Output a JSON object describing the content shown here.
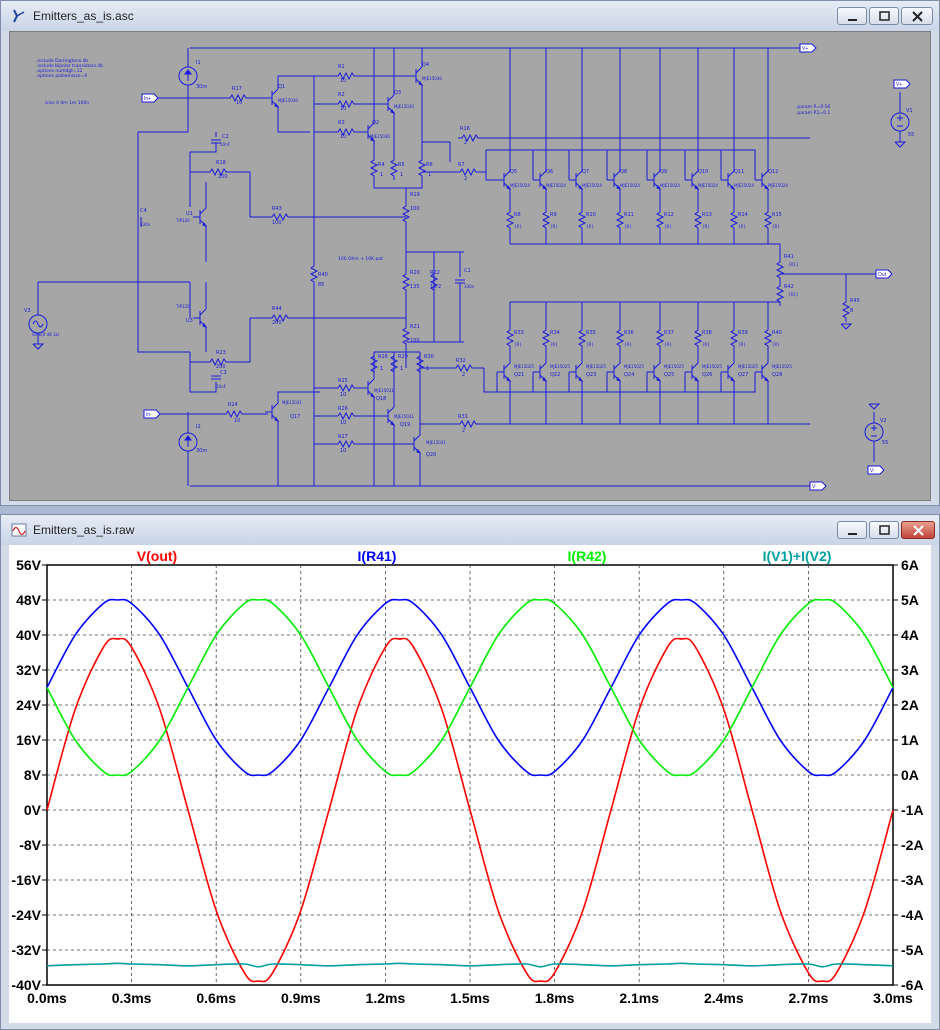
{
  "schematic_window": {
    "title": "Emitters_as_is.asc",
    "icon": "ltspice-schematic-icon",
    "directives": [
      ".include Darlingtons.lib",
      ".include bipolar transistors.lib",
      ".options numdgt=12",
      ".options plotwinsize=0"
    ],
    "tran": ".tran 0 4m 1m 100n",
    "params": [
      ".param R=0.56",
      ".param R1=0.1"
    ],
    "net_labels": [
      "V+",
      "V-",
      "In+",
      "In-",
      "Out"
    ],
    "part_labels": [
      "I1",
      "30m",
      "I2",
      "30m",
      "R17",
      "10",
      "Q1",
      "MJE15030",
      "R1",
      "10",
      "R2",
      "10",
      "R3",
      "10",
      "Q2",
      "MJE15030",
      "Q3",
      "MJE15030",
      "Q4",
      "MJE15030",
      "R4",
      "1",
      "R5",
      "1",
      "R6",
      "1",
      "R16",
      "2",
      "R7",
      "2",
      "C2",
      "10nF",
      "R18",
      "200",
      "C4",
      "330n",
      "U1",
      "TIP120",
      "R43",
      "100",
      "R19",
      "100",
      "R40",
      "85",
      "100 Ohm + 10K pot",
      "R20",
      "135",
      "R22",
      "18.2",
      "C1",
      "330n",
      "R21",
      "100",
      "R44",
      "200",
      "TIP125",
      "U3",
      "V3",
      "SINE(0 48 1k)",
      "R23",
      "200",
      "C3",
      "10nF",
      "R24",
      "10",
      "Q17",
      "MJE15031",
      "R25",
      "10",
      "R26",
      "10",
      "R27",
      "10",
      "Q18",
      "MJE15031",
      "Q19",
      "MJE15031",
      "Q20",
      "MJE15031",
      "R28",
      "1",
      "R29",
      "1",
      "R30",
      "1",
      "R32",
      "2",
      "R31",
      "2",
      "Q5",
      "Q6",
      "Q7",
      "Q8",
      "Q9",
      "Q10",
      "Q11",
      "Q12",
      "MJE15024",
      "R8",
      "R9",
      "R10",
      "R11",
      "R12",
      "R13",
      "R14",
      "R15",
      "{R}",
      "R41",
      "{R1}",
      "R42",
      "{R1}",
      "R45",
      "8",
      "R33",
      "R34",
      "R35",
      "R36",
      "R37",
      "R38",
      "R39",
      "R40",
      "Q21",
      "Q22",
      "Q23",
      "Q24",
      "Q25",
      "Q26",
      "Q27",
      "Q28",
      "MJE15025",
      "V1",
      "55",
      "V2",
      "55"
    ]
  },
  "plot_window": {
    "title": "Emitters_as_is.raw",
    "icon": "waveform-icon"
  },
  "chart_data": {
    "type": "line",
    "x": [
      0.0,
      0.1,
      0.2,
      0.25,
      0.3,
      0.4,
      0.5,
      0.6,
      0.7,
      0.75,
      0.8,
      0.9,
      1.0,
      1.1,
      1.2,
      1.25,
      1.3,
      1.4,
      1.5,
      1.6,
      1.7,
      1.75,
      1.8,
      1.9,
      2.0,
      2.1,
      2.2,
      2.25,
      2.3,
      2.4,
      2.5,
      2.6,
      2.7,
      2.75,
      2.8,
      2.9,
      3.0
    ],
    "xlim": [
      0.0,
      3.0
    ],
    "x_ticks": [
      "0.0ms",
      "0.3ms",
      "0.6ms",
      "0.9ms",
      "1.2ms",
      "1.5ms",
      "1.8ms",
      "2.1ms",
      "2.4ms",
      "2.7ms",
      "3.0ms"
    ],
    "y_left": {
      "lim": [
        -40,
        56
      ],
      "ticks": [
        "56V",
        "48V",
        "40V",
        "32V",
        "24V",
        "16V",
        "8V",
        "0V",
        "-8V",
        "-16V",
        "-24V",
        "-32V",
        "-40V"
      ]
    },
    "y_right": {
      "lim": [
        -6,
        6
      ],
      "ticks": [
        "6A",
        "5A",
        "4A",
        "3A",
        "2A",
        "1A",
        "0A",
        "-1A",
        "-2A",
        "-3A",
        "-4A",
        "-5A",
        "-6A"
      ]
    },
    "grid": true,
    "series": [
      {
        "name": "V(out)",
        "axis": "left",
        "color": "#ff0000",
        "values": [
          0,
          23.0,
          37.2,
          39.1,
          37.2,
          23.0,
          0,
          -23.0,
          -37.2,
          -39.1,
          -37.2,
          -23.0,
          0,
          23.0,
          37.2,
          39.1,
          37.2,
          23.0,
          0,
          -23.0,
          -37.2,
          -39.1,
          -37.2,
          -23.0,
          0,
          23.0,
          37.2,
          39.1,
          37.2,
          23.0,
          0,
          -23.0,
          -37.2,
          -39.1,
          -37.2,
          -23.0,
          0
        ]
      },
      {
        "name": "I(R41)",
        "axis": "right",
        "color": "#0000ff",
        "values": [
          2.5,
          4.0,
          4.9,
          5.0,
          4.9,
          4.0,
          2.5,
          1.0,
          0.1,
          0.0,
          0.1,
          1.0,
          2.5,
          4.0,
          4.9,
          5.0,
          4.9,
          4.0,
          2.5,
          1.0,
          0.1,
          0.0,
          0.1,
          1.0,
          2.5,
          4.0,
          4.9,
          5.0,
          4.9,
          4.0,
          2.5,
          1.0,
          0.1,
          0.0,
          0.1,
          1.0,
          2.5
        ]
      },
      {
        "name": "I(R42)",
        "axis": "right",
        "color": "#00ee00",
        "values": [
          2.5,
          1.0,
          0.1,
          0.0,
          0.1,
          1.0,
          2.5,
          4.0,
          4.9,
          5.0,
          4.9,
          4.0,
          2.5,
          1.0,
          0.1,
          0.0,
          0.1,
          1.0,
          2.5,
          4.0,
          4.9,
          5.0,
          4.9,
          4.0,
          2.5,
          1.0,
          0.1,
          0.0,
          0.1,
          1.0,
          2.5,
          4.0,
          4.9,
          5.0,
          4.9,
          4.0,
          2.5
        ]
      },
      {
        "name": "I(V1)+I(V2)",
        "axis": "right",
        "color": "#00a0a0",
        "values": [
          -5.45,
          -5.42,
          -5.4,
          -5.38,
          -5.4,
          -5.42,
          -5.45,
          -5.42,
          -5.4,
          -5.48,
          -5.4,
          -5.42,
          -5.45,
          -5.42,
          -5.4,
          -5.38,
          -5.4,
          -5.42,
          -5.45,
          -5.42,
          -5.4,
          -5.48,
          -5.4,
          -5.42,
          -5.45,
          -5.42,
          -5.4,
          -5.38,
          -5.4,
          -5.42,
          -5.45,
          -5.42,
          -5.4,
          -5.48,
          -5.4,
          -5.42,
          -5.45
        ]
      }
    ]
  }
}
